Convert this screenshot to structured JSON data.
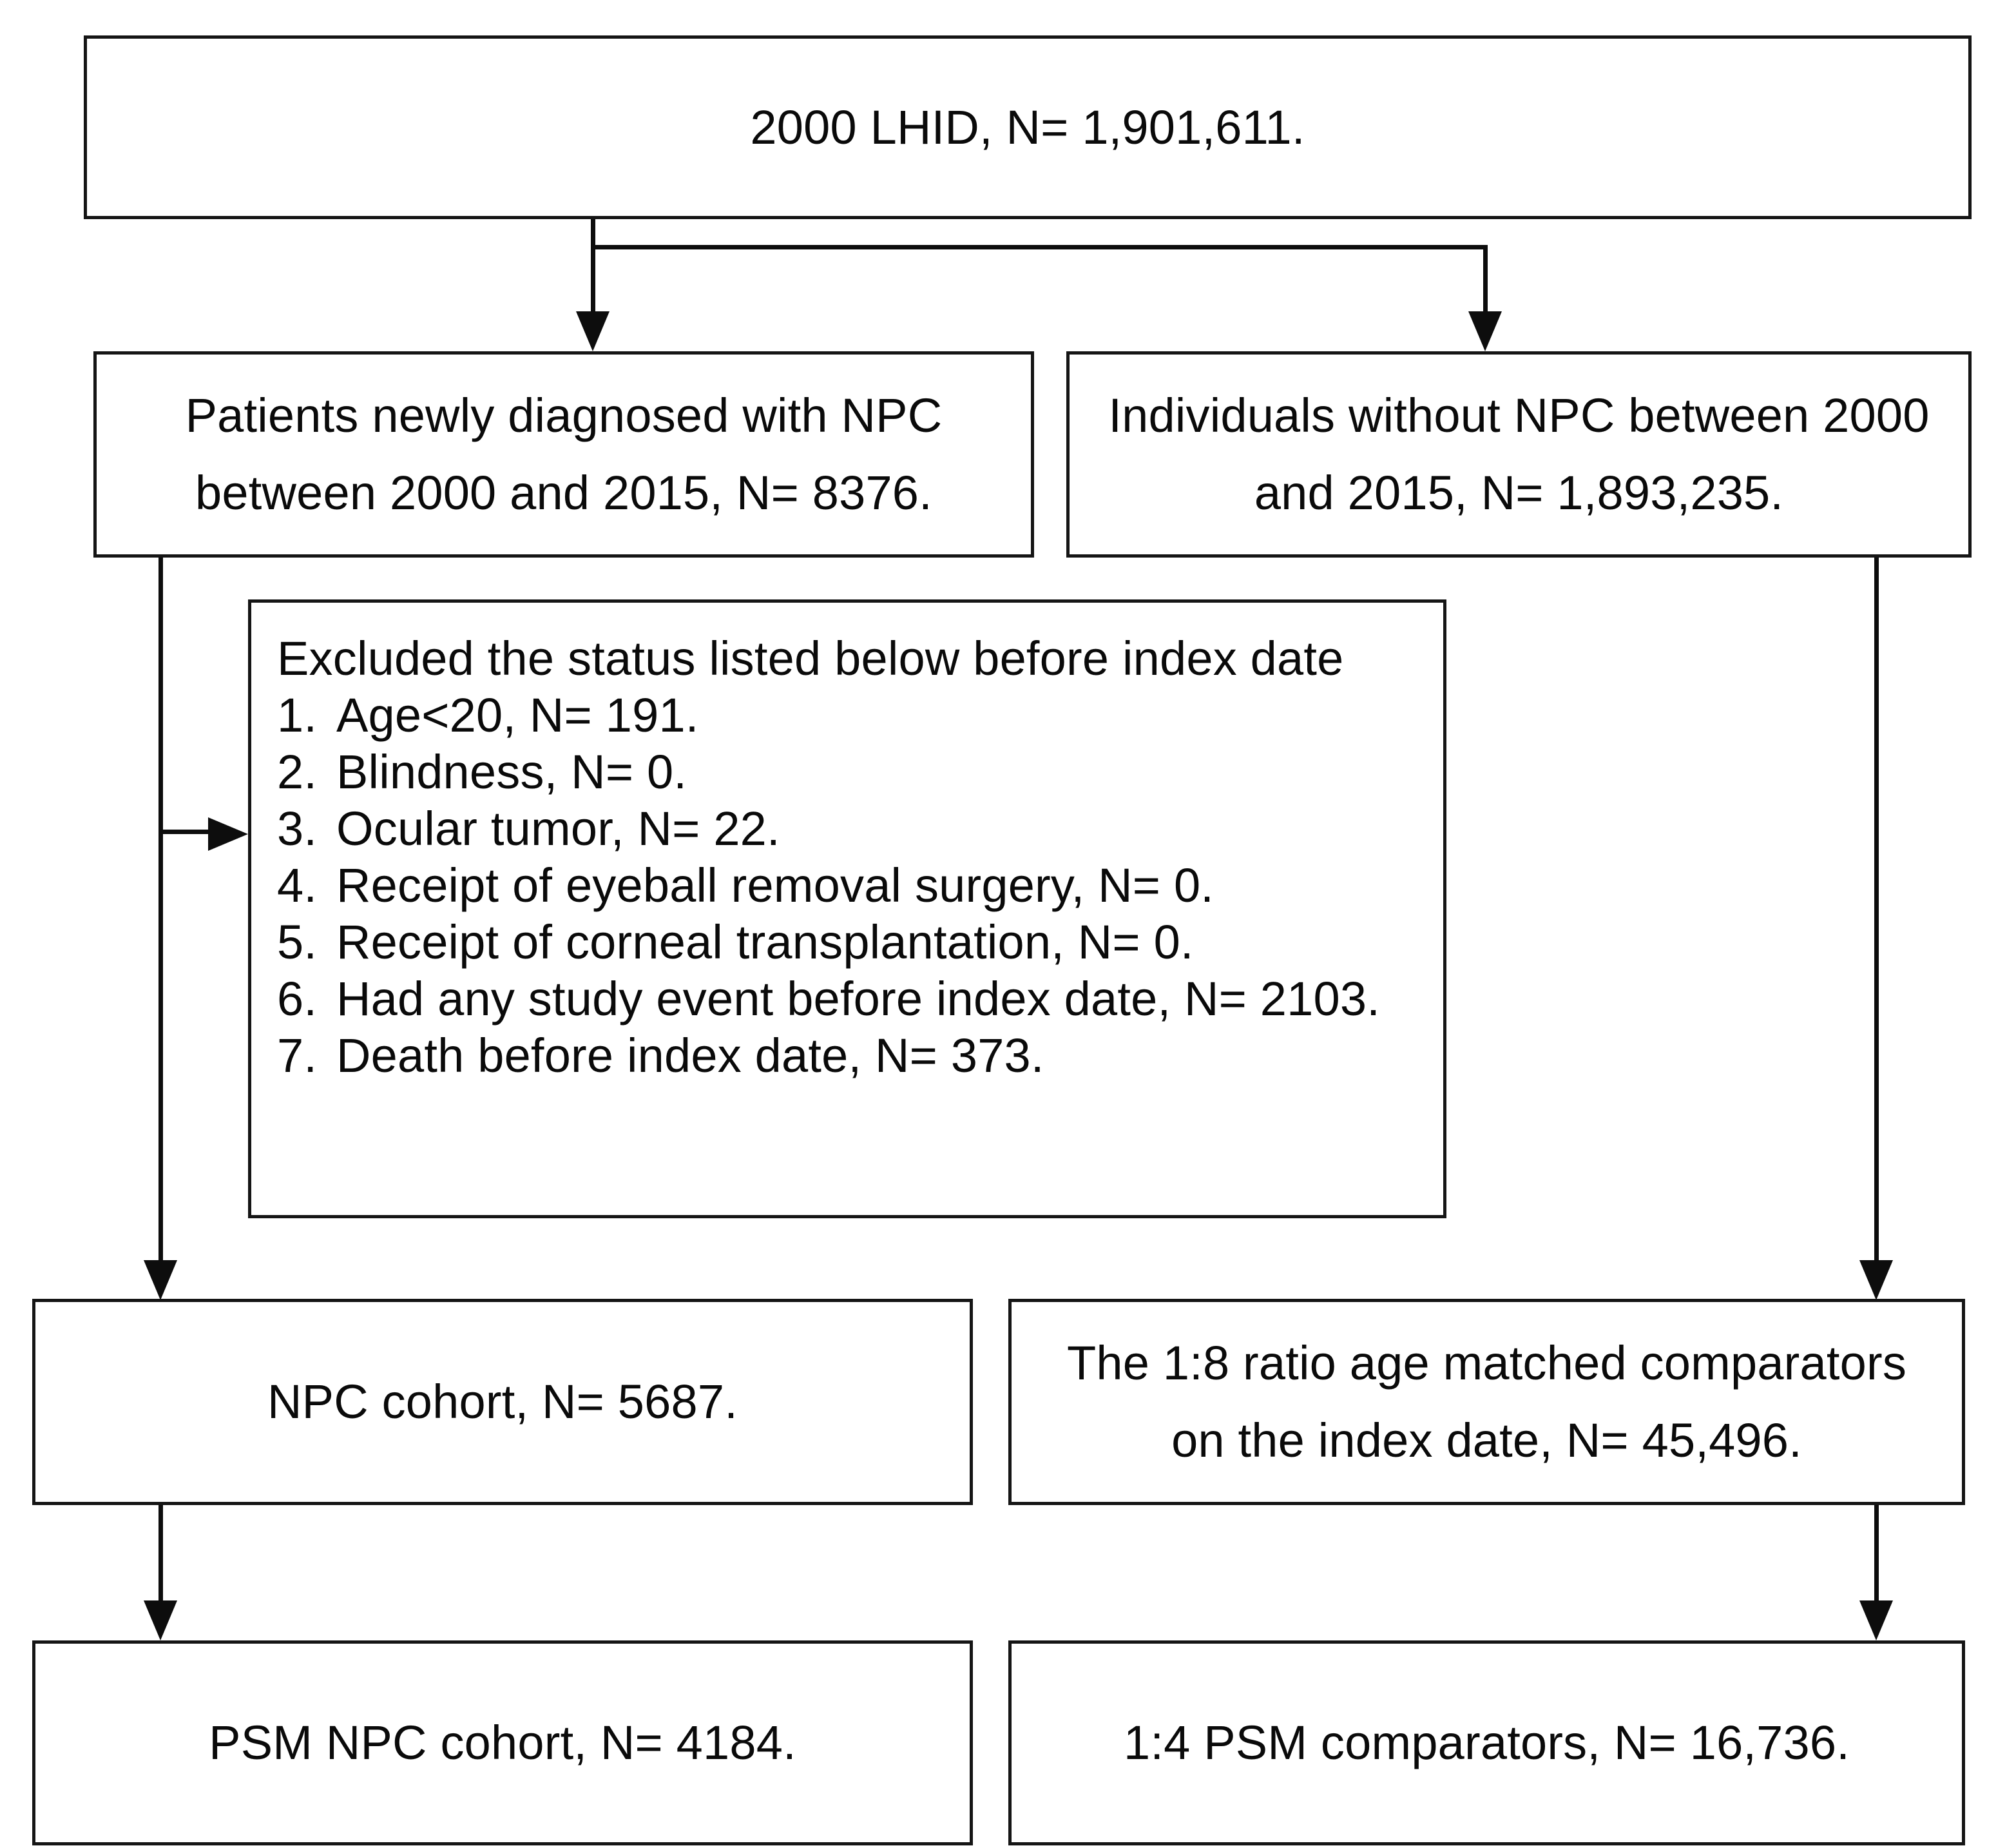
{
  "figure": {
    "type": "flowchart",
    "orientation": "top-down",
    "nodes": {
      "source": {
        "label": "2000 LHID, N= 1,901,611."
      },
      "npc_cohort_initial": {
        "label": "Patients newly diagnosed with NPC\nbetween 2000 and 2015, N= 8376."
      },
      "non_npc_initial": {
        "label": "Individuals without NPC between 2000\nand 2015, N= 1,893,235."
      },
      "exclusions": {
        "heading": "Excluded the status listed below before index date",
        "items": [
          {
            "num": "1.",
            "label": "Age<20, N= 191."
          },
          {
            "num": "2.",
            "label": "Blindness, N= 0."
          },
          {
            "num": "3.",
            "label": "Ocular tumor, N= 22."
          },
          {
            "num": "4.",
            "label": "Receipt of eyeball removal surgery, N= 0."
          },
          {
            "num": "5.",
            "label": "Receipt of corneal transplantation, N= 0."
          },
          {
            "num": "6.",
            "label": "Had any study event before index date, N= 2103."
          },
          {
            "num": "7.",
            "label": "Death before index date, N= 373."
          }
        ]
      },
      "npc_cohort_final": {
        "label": "NPC cohort, N= 5687."
      },
      "matched_comparators": {
        "label": "The 1:8 ratio age matched comparators\non the index date, N= 45,496."
      },
      "psm_npc_cohort": {
        "label": "PSM NPC cohort, N= 4184."
      },
      "psm_comparators": {
        "label": "1:4 PSM comparators, N= 16,736."
      }
    },
    "colors": {
      "border": "#151515",
      "text": "#0a0a0a",
      "connector": "#0d0d0d",
      "background": "#ffffff"
    }
  }
}
